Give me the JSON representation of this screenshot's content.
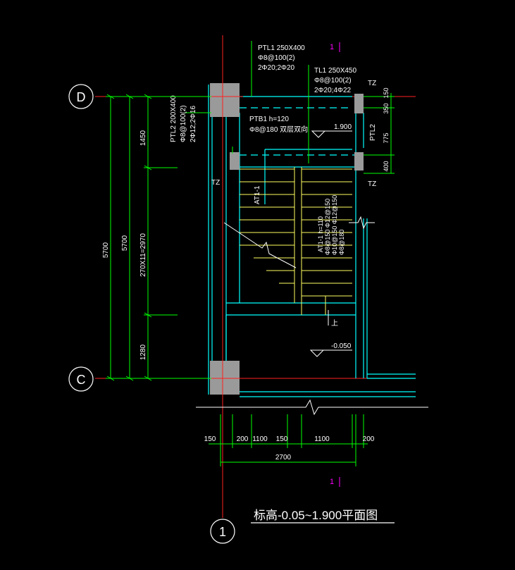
{
  "grid_labels": {
    "axis_d": "D",
    "axis_c": "C",
    "axis_1": "1"
  },
  "callouts": {
    "ptl1": [
      "PTL1 250X400",
      "Φ8@100(2)",
      "2Φ20;2Φ20"
    ],
    "tl1": [
      "TL1 250X450",
      "Φ8@100(2)",
      "2Φ20;4Φ22"
    ],
    "ptl2_left": [
      "PTL2 200X400",
      "Φ8@100(2)",
      "2Φ12;2Φ16"
    ],
    "ptb1": [
      "PTB1 h=120",
      "Φ8@180 双层双向"
    ],
    "tz_top_right": "TZ",
    "tz_mid_right": "TZ",
    "tz_left": "TZ",
    "ptl2_right": "PTL2",
    "at1_upper": "AT1-1",
    "at1_lower": [
      "AT1-1 h=110",
      "Φ8@150 Φ12@150",
      "Φ10@150 Φ12@150",
      "Φ8@180"
    ],
    "up_mark": "上"
  },
  "elevations": {
    "landing": "1.900",
    "floor": "-0.050"
  },
  "dims_left": {
    "overall_outer": "5700",
    "overall_inner": "5700",
    "upper": "1450",
    "middle": "270X11=2970",
    "lower": "1280"
  },
  "dims_right": {
    "d1": "150",
    "d2": "350",
    "d3": "775",
    "d4": "400"
  },
  "dims_bottom": {
    "d1": "150",
    "d2": "200",
    "d3": "1100",
    "d4": "150",
    "d5": "1100",
    "d6": "200",
    "total": "2700"
  },
  "section_mark_top": "1",
  "section_mark_bottom": "1",
  "drawing_title": "标高-0.05~1.900平面图",
  "colors": {
    "background": "#000000",
    "grid_red": "#ff2020",
    "dim_green": "#00ff00",
    "wall_cyan": "#00ffff",
    "stair_yellow": "#ffff60",
    "text_white": "#ffffff",
    "section_magenta": "#ff00ff",
    "column_gray": "#9a9a9a"
  }
}
